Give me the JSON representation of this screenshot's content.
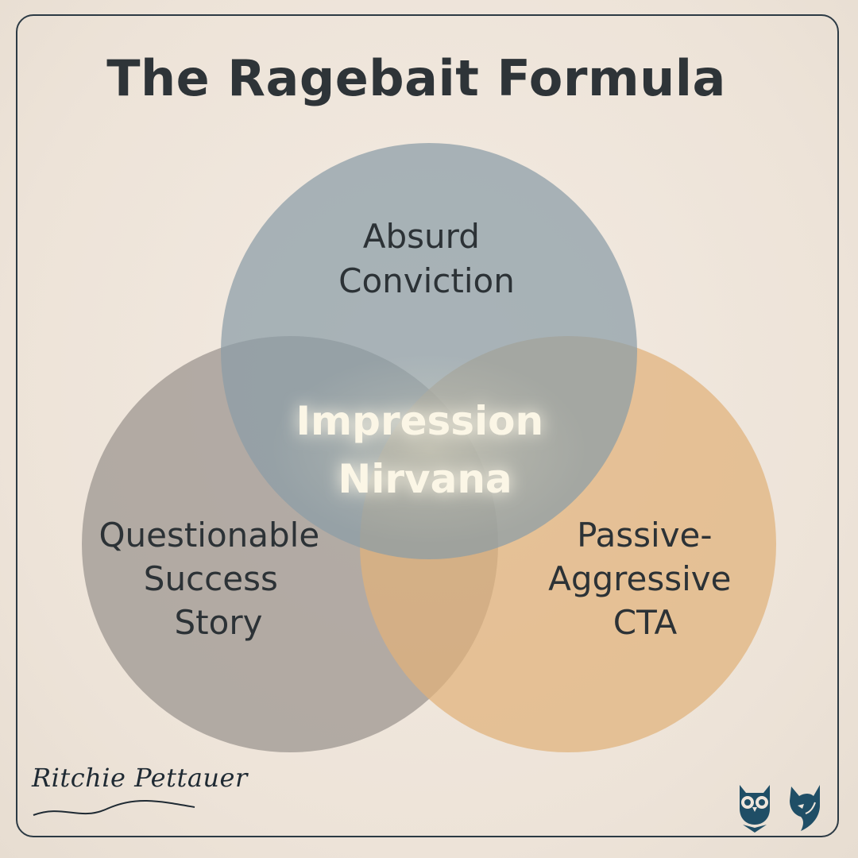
{
  "title": "The Ragebait Formula",
  "sets": {
    "top": {
      "lines": [
        "Absurd",
        "Conviction"
      ],
      "color": "#8a9ca6"
    },
    "left": {
      "lines": [
        "Questionable",
        "Success",
        "Story"
      ],
      "color": "#9a938e"
    },
    "right": {
      "lines": [
        "Passive-",
        "Aggressive",
        "CTA"
      ],
      "color": "#e0b27a"
    }
  },
  "intersection": {
    "lines": [
      "Impression",
      "Nirvana"
    ]
  },
  "signature": "Ritchie Pettauer",
  "logos": {
    "left": "owl-logo-icon",
    "right": "fox-logo-icon",
    "color": "#1f4e66"
  }
}
